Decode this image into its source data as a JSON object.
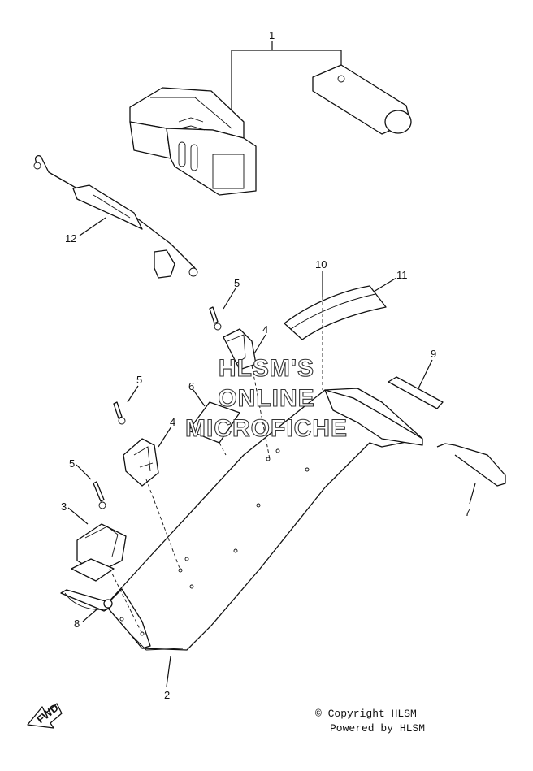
{
  "callouts": {
    "c1": "1",
    "c2": "2",
    "c3": "3",
    "c4a": "4",
    "c4b": "4",
    "c5a": "5",
    "c5b": "5",
    "c5c": "5",
    "c6": "6",
    "c7": "7",
    "c8": "8",
    "c9": "9",
    "c10": "10",
    "c11": "11",
    "c12": "12"
  },
  "watermark": {
    "line1": "HLSM'S",
    "line2": "ONLINE",
    "line3": "MICROFICHE"
  },
  "fwd_label": "FWD",
  "footer": {
    "copyright": "© Copyright HLSM",
    "powered": "Powered by HLSM"
  }
}
